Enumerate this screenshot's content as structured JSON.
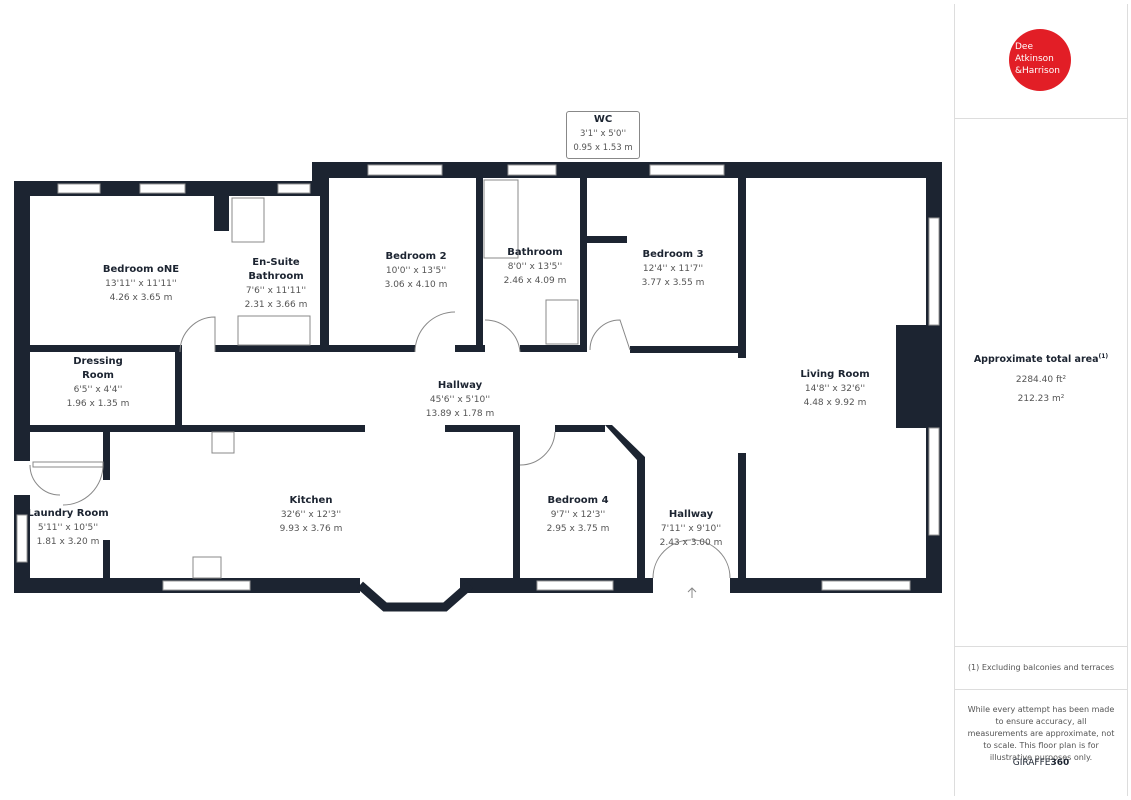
{
  "rooms": {
    "bedroom_one": {
      "name": "Bedroom oNE",
      "imperial": "13'11'' x 11'11''",
      "metric": "4.26 x 3.65 m"
    },
    "ensuite": {
      "name": "En-Suite Bathroom",
      "imperial": "7'6'' x 11'11''",
      "metric": "2.31 x 3.66 m"
    },
    "bedroom_2": {
      "name": "Bedroom 2",
      "imperial": "10'0'' x 13'5''",
      "metric": "3.06 x 4.10 m"
    },
    "bathroom": {
      "name": "Bathroom",
      "imperial": "8'0'' x 13'5''",
      "metric": "2.46 x 4.09 m"
    },
    "wc": {
      "name": "WC",
      "imperial": "3'1'' x 5'0''",
      "metric": "0.95 x 1.53 m"
    },
    "bedroom_3": {
      "name": "Bedroom 3",
      "imperial": "12'4'' x 11'7''",
      "metric": "3.77 x 3.55 m"
    },
    "living_room": {
      "name": "Living Room",
      "imperial": "14'8'' x 32'6''",
      "metric": "4.48 x 9.92 m"
    },
    "dressing_room": {
      "name": "Dressing Room",
      "imperial": "6'5'' x 4'4''",
      "metric": "1.96 x 1.35 m"
    },
    "hallway": {
      "name": "Hallway",
      "imperial": "45'6'' x 5'10''",
      "metric": "13.89 x 1.78 m"
    },
    "kitchen": {
      "name": "Kitchen",
      "imperial": "32'6'' x 12'3''",
      "metric": "9.93 x 3.76 m"
    },
    "laundry_room": {
      "name": "Laundry Room",
      "imperial": "5'11'' x 10'5''",
      "metric": "1.81 x 3.20 m"
    },
    "bedroom_4": {
      "name": "Bedroom 4",
      "imperial": "9'7'' x 12'3''",
      "metric": "2.95 x 3.75 m"
    },
    "hallway_2": {
      "name": "Hallway",
      "imperial": "7'11'' x 9'10''",
      "metric": "2.43 x 3.00 m"
    }
  },
  "panel": {
    "logo_text": "Dee Atkinson & Harrison",
    "logo_color": "#e21e26",
    "area_title": "Approximate total area",
    "area_footnote_mark": "(1)",
    "area_ft": "2284.40 ft²",
    "area_m": "212.23 m²",
    "footnote": "(1) Excluding balconies and terraces",
    "disclaimer": "While every attempt has been made to ensure accuracy, all measurements are approximate, not to scale. This floor plan is for illustrative purposes only.",
    "brand_a": "GIRAFFE",
    "brand_b": "360"
  },
  "colors": {
    "wall": "#1c2431"
  }
}
